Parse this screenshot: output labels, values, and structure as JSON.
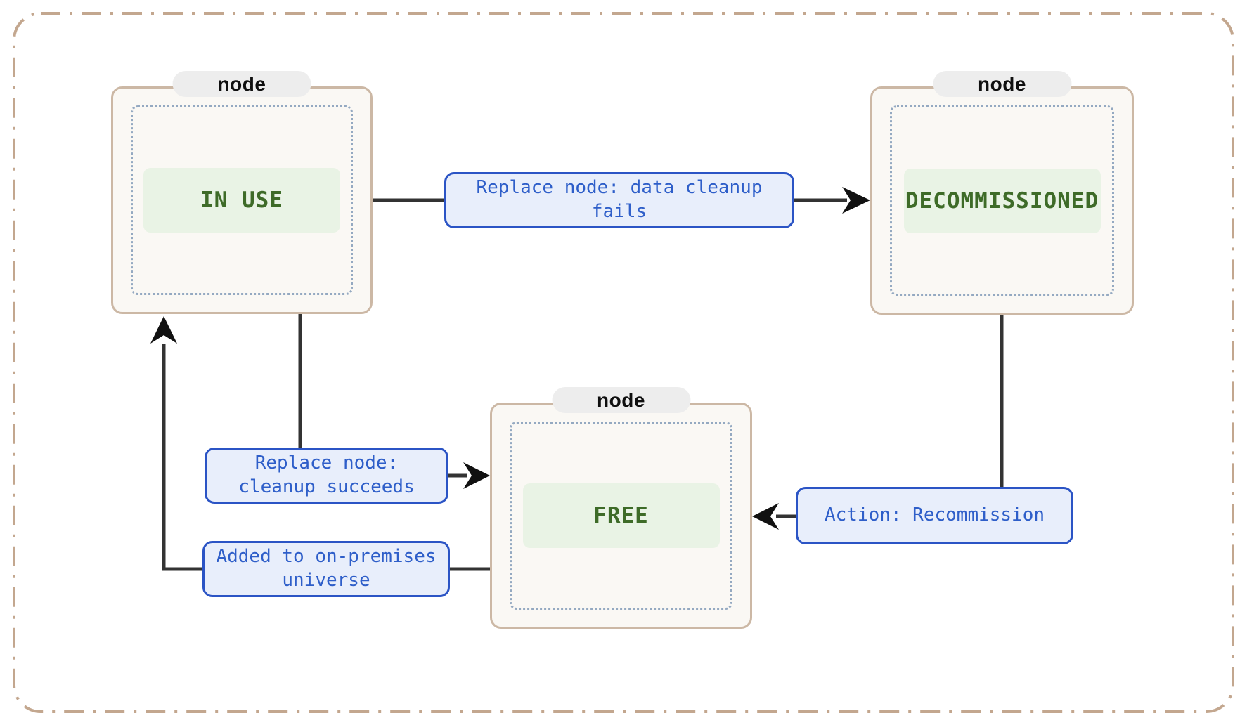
{
  "diagram": {
    "type": "state-flow",
    "nodes": [
      {
        "id": "in-use",
        "header": "node",
        "state": "IN USE"
      },
      {
        "id": "decommissioned",
        "header": "node",
        "state": "DECOMMISSIONED"
      },
      {
        "id": "free",
        "header": "node",
        "state": "FREE"
      }
    ],
    "edges": [
      {
        "from": "in-use",
        "to": "decommissioned",
        "label": "Replace node: data cleanup fails"
      },
      {
        "from": "in-use",
        "to": "free",
        "label": "Replace node: cleanup succeeds"
      },
      {
        "from": "free",
        "to": "in-use",
        "label": "Added to on-premises universe"
      },
      {
        "from": "decommissioned",
        "to": "free",
        "label": "Action: Recommission"
      }
    ],
    "colors": {
      "canvas_border": "#c3a78f",
      "node_border": "#ccb8a5",
      "node_bg": "#faf8f4",
      "node_header_bg": "#ededed",
      "node_header_text": "#0f0f0f",
      "dotted_border": "#94a9c1",
      "state_text": "#3e6b28",
      "state_bg": "#e9f3e5",
      "edge_label_border": "#2b54c5",
      "edge_label_bg": "#e8eefb",
      "edge_label_text": "#2e5ec9",
      "edge_line": "#333333",
      "arrow_head": "#111111"
    }
  }
}
